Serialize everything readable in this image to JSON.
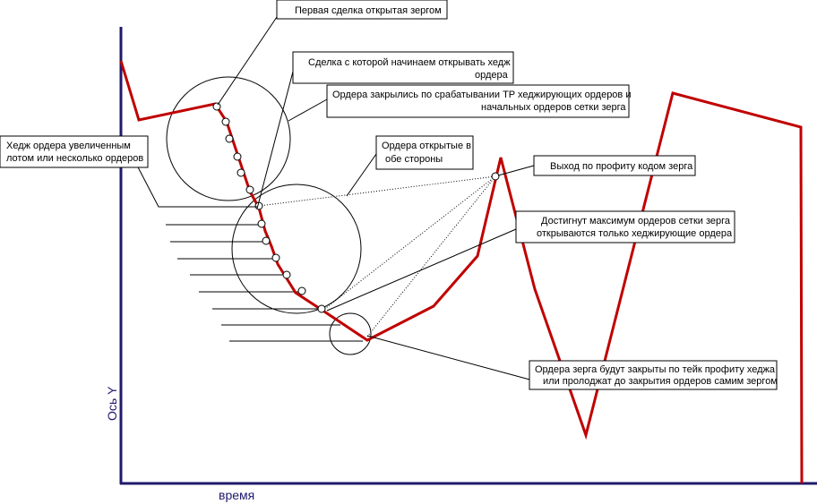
{
  "axes": {
    "y_label": "Ось Y",
    "x_label": "время",
    "axis_color": "#1f1a6b",
    "label_color": "#1f1a6b"
  },
  "colors": {
    "price_line": "#c00000",
    "leader": "#000000",
    "circle": "#000000"
  },
  "callouts": {
    "first_trade": "Первая сделка открытая зергом",
    "hedge_start_1": "Сделка с которой начинаем открывать хедж",
    "hedge_start_2": "ордера",
    "tp_closed_1": "Ордера закрылись по срабатывании TP хеджирующих ордеров и",
    "tp_closed_2": "начальных ордеров сетки зерга",
    "hedge_lot_1": "Хедж ордера увеличенным",
    "hedge_lot_2": "лотом или несколько ордеров",
    "both_sides_1": "Ордера открытые в",
    "both_sides_2": "обе стороны",
    "exit_profit": "Выход по профиту кодом зерга",
    "max_grid_1": "Достигнут максимум ордеров сетки зерга",
    "max_grid_2": "открываются только хеджирующие ордера",
    "final_close_1": "Ордера зерга будут закрыты по тейк профиту хеджа",
    "final_close_2": "или пролоджат до закрытия ордеров самим зергом"
  }
}
